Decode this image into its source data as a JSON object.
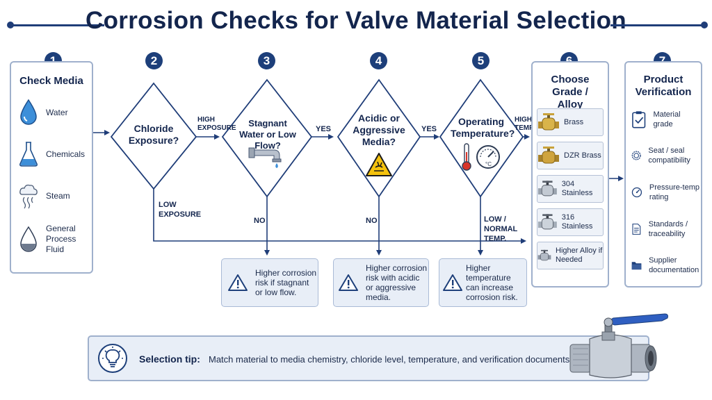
{
  "title": "Corrosion Checks for Valve Material Selection",
  "colors": {
    "navy": "#13254d",
    "accent": "#1d3f7a",
    "border": "#9fb0cc",
    "panel": "#e8eef7",
    "warning": "#f4c20d"
  },
  "steps": {
    "s1": {
      "number": "1",
      "title": "Check Media",
      "items": [
        {
          "label": "Water",
          "icon": "water-drop-icon"
        },
        {
          "label": "Chemicals",
          "icon": "flask-icon"
        },
        {
          "label": "Steam",
          "icon": "steam-icon"
        },
        {
          "label": "General Process Fluid",
          "icon": "fluid-drop-icon"
        }
      ]
    },
    "s2": {
      "number": "2",
      "question": "Chloride Exposure?",
      "yes_label": "HIGH EXPOSURE",
      "no_label": "LOW EXPOSURE"
    },
    "s3": {
      "number": "3",
      "question": "Stagnant Water or Low Flow?",
      "yes_label": "YES",
      "no_label": "NO",
      "warning": "Higher corrosion risk if stagnant or low flow."
    },
    "s4": {
      "number": "4",
      "question": "Acidic or Aggressive Media?",
      "yes_label": "YES",
      "no_label": "NO",
      "warning": "Higher corrosion risk with acidic or aggressive media."
    },
    "s5": {
      "number": "5",
      "question": "Operating Temperature?",
      "yes_label": "HIGH TEMP.",
      "no_label": "LOW / NORMAL TEMP.",
      "warning": "Higher temperature can increase corrosion risk."
    },
    "s6": {
      "number": "6",
      "title": "Choose Grade / Alloy",
      "items": [
        {
          "label": "Brass",
          "tone": "brass"
        },
        {
          "label": "DZR Brass",
          "tone": "brass"
        },
        {
          "label": "304 Stainless",
          "tone": "steel"
        },
        {
          "label": "316 Stainless",
          "tone": "steel"
        },
        {
          "label": "Higher Alloy if Needed",
          "tone": "steel"
        }
      ]
    },
    "s7": {
      "number": "7",
      "title": "Product Verification",
      "items": [
        {
          "label": "Material grade",
          "icon": "clipboard-check-icon"
        },
        {
          "label": "Seat / seal compatibility",
          "icon": "seal-ring-icon"
        },
        {
          "label": "Pressure-temp rating",
          "icon": "gauge-icon"
        },
        {
          "label": "Standards / traceability",
          "icon": "document-icon"
        },
        {
          "label": "Supplier documentation",
          "icon": "folder-icon"
        }
      ]
    }
  },
  "tip": {
    "label": "Selection tip:",
    "text": "Match material to media chemistry, chloride level, temperature, and verification documents."
  }
}
